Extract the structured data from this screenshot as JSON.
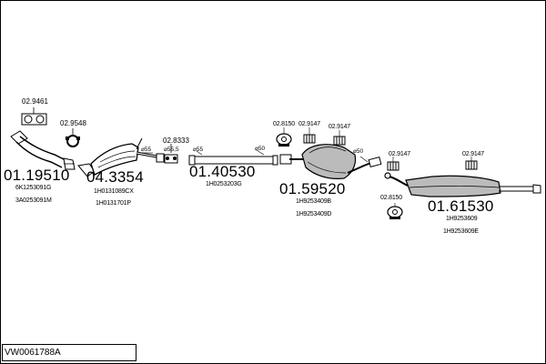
{
  "diagram_code": "VW0061788A",
  "parts": {
    "front_pipe": {
      "number": "01.19510",
      "oem": [
        "6K1253091G",
        "3A0253091M"
      ]
    },
    "front_gasket": {
      "number": "02.9461"
    },
    "front_clamp": {
      "number": "02.9548"
    },
    "catalyst": {
      "number": "04.3354",
      "oem": [
        "1H0131089CX",
        "1H0131701P"
      ]
    },
    "connector_clamp": {
      "number": "02.8333",
      "dims": [
        "⌀55",
        "⌀55,5"
      ]
    },
    "centre_pipe": {
      "number": "01.40530",
      "oem": [
        "1H0253203G"
      ],
      "dims": [
        "⌀55",
        "⌀50"
      ]
    },
    "middle_silencer": {
      "number": "01.59520",
      "oem": [
        "1H9253409B",
        "1H9253409D"
      ],
      "dims": [
        "⌀50"
      ]
    },
    "middle_mounts": {
      "numbers": [
        "02.8150",
        "02.9147",
        "02.9147"
      ]
    },
    "rear_silencer": {
      "number": "01.61530",
      "oem": [
        "1H9253609",
        "1H9253609E"
      ]
    },
    "rear_mounts": {
      "numbers": [
        "02.9147",
        "02.8150",
        "02.9147"
      ]
    }
  }
}
